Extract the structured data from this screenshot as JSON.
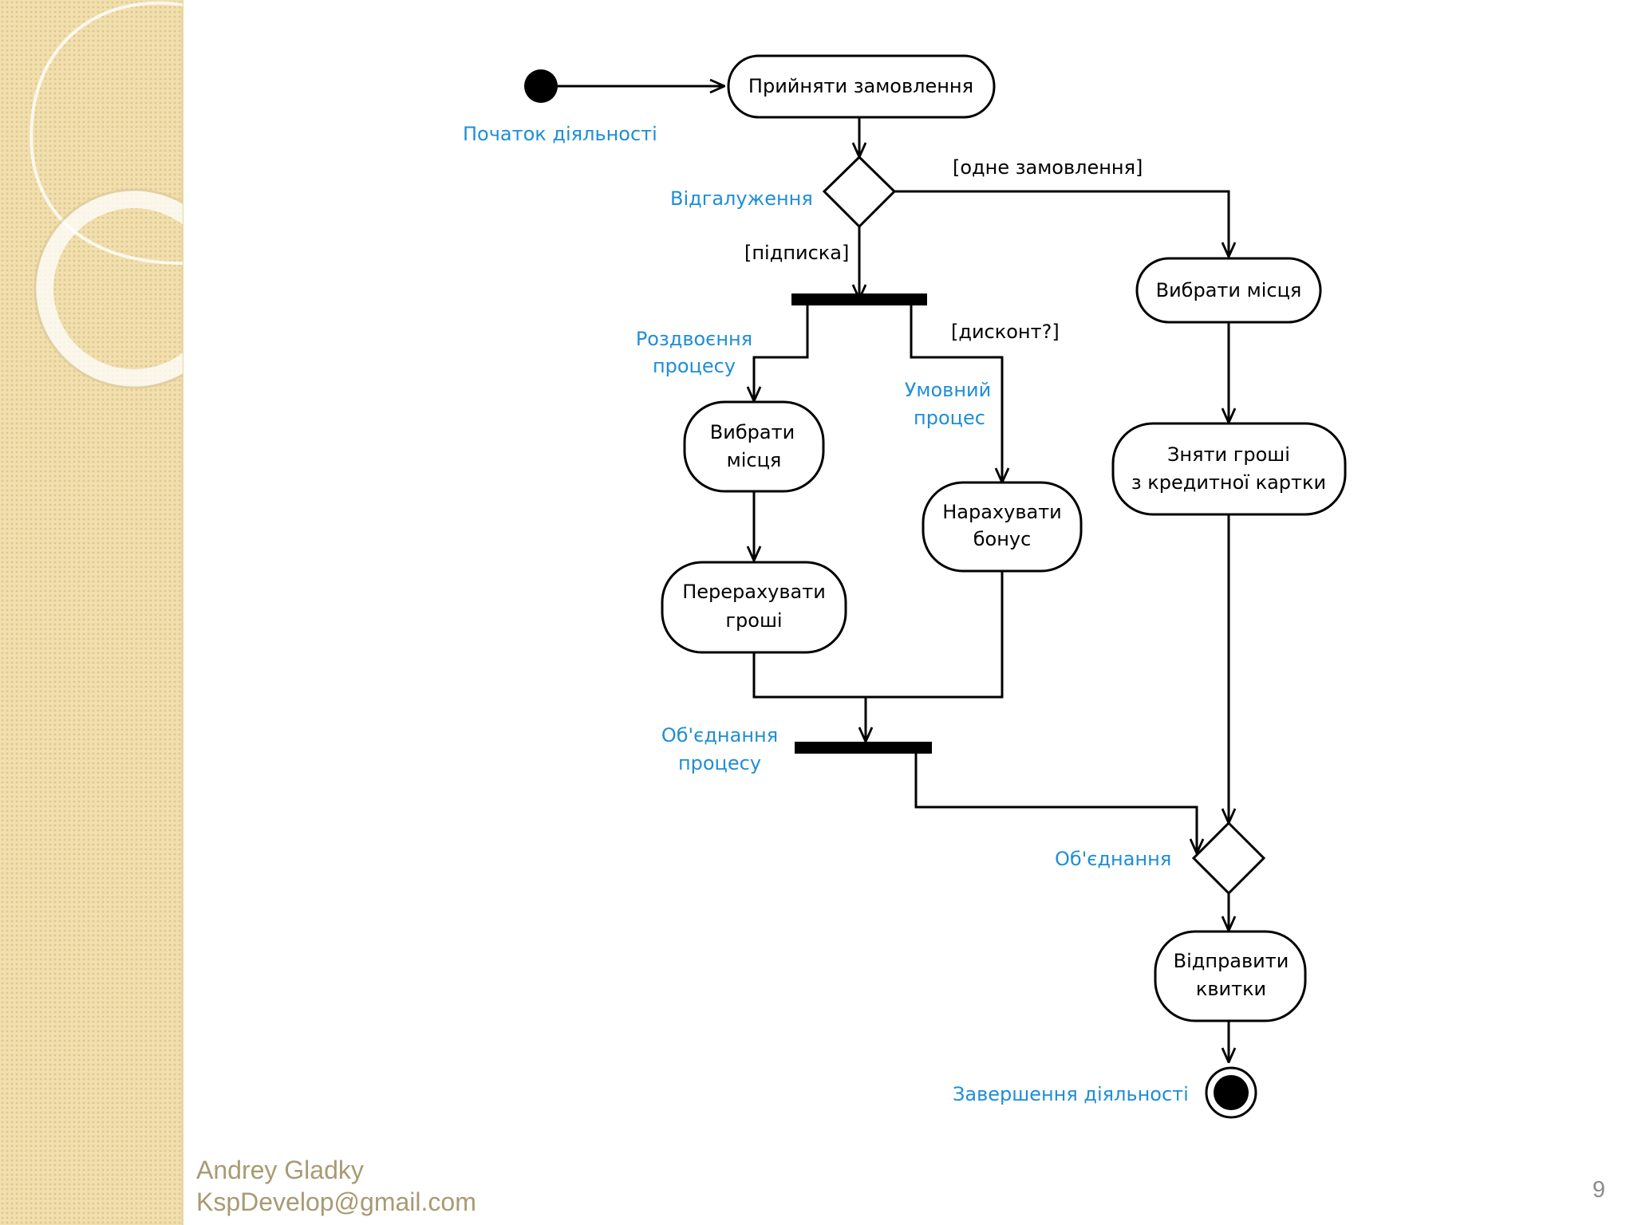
{
  "diagram": {
    "nodes": {
      "accept_order": "Прийняти замовлення",
      "choose_seats_single": "Вибрати місця",
      "charge_card": [
        "Зняти гроші",
        "з кредитної картки"
      ],
      "choose_seats_sub": [
        "Вибрати",
        "місця"
      ],
      "recount_money": [
        "Перерахувати",
        "гроші"
      ],
      "add_bonus": [
        "Нарахувати",
        "бонус"
      ],
      "send_tickets": [
        "Відправити",
        "квитки"
      ]
    },
    "guards": {
      "single_order": "[одне замовлення]",
      "subscription": "[підписка]",
      "discount": "[дисконт?]"
    },
    "notes": {
      "activity_start": "Початок діяльності",
      "branch": "Відгалуження",
      "fork": [
        "Роздвоєння",
        "процесу"
      ],
      "conditional": [
        "Умовний",
        "процес"
      ],
      "join": [
        "Об'єднання",
        "процесу"
      ],
      "merge": "Об'єднання",
      "activity_end": "Завершення діяльності"
    }
  },
  "footer": {
    "author_name": "Andrey Gladky",
    "author_email": "KspDevelop@gmail.com",
    "page_number": "9"
  }
}
